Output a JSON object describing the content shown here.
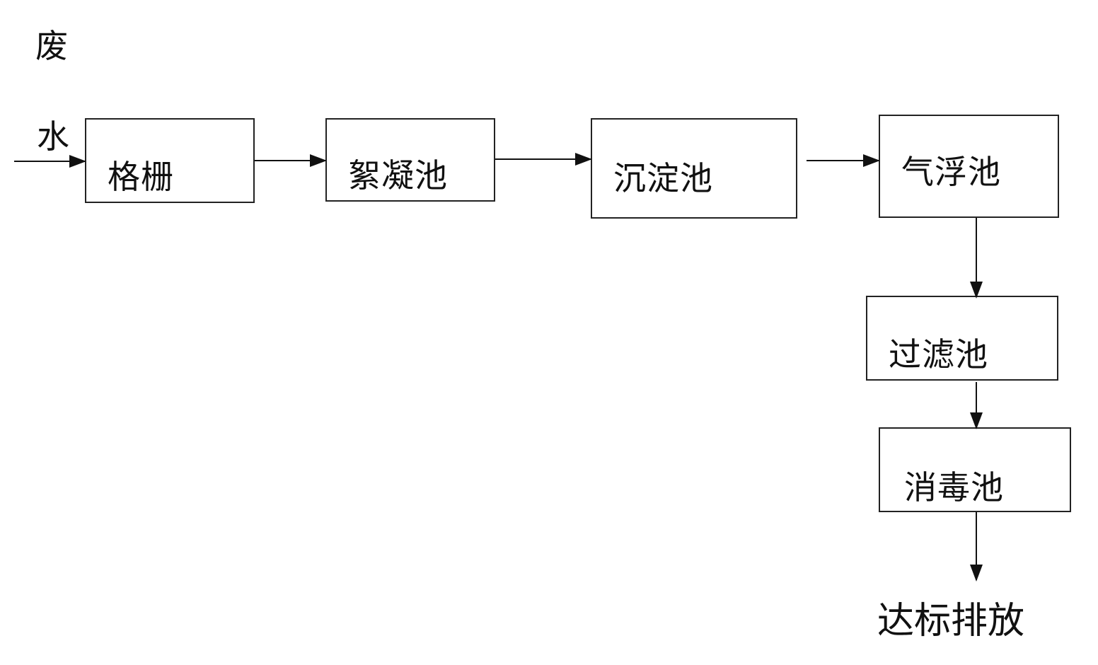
{
  "input_label_line1": "废",
  "input_label_line2": "水",
  "steps": {
    "grid": "格栅",
    "flocculation": "絮凝池",
    "sedimentation": "沉淀池",
    "flotation": "气浮池",
    "filtration": "过滤池",
    "disinfection": "消毒池"
  },
  "output_label": "达标排放"
}
